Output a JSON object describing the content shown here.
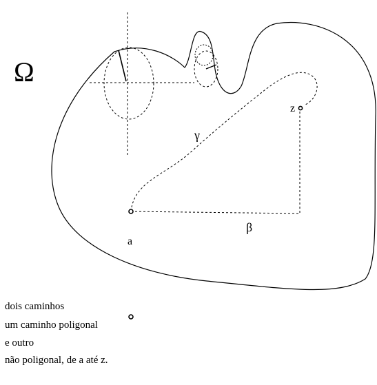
{
  "diagram": {
    "region_symbol": "Ω",
    "point_a_label": "a",
    "point_z_label": "z",
    "gamma_label": "γ",
    "beta_label": "β",
    "caption_lines": [
      "dois caminhos",
      "um caminho poligonal",
      "e outro",
      "não poligonal, de  a  até z."
    ],
    "stroke_color": "#000000",
    "background_color": "#ffffff"
  }
}
